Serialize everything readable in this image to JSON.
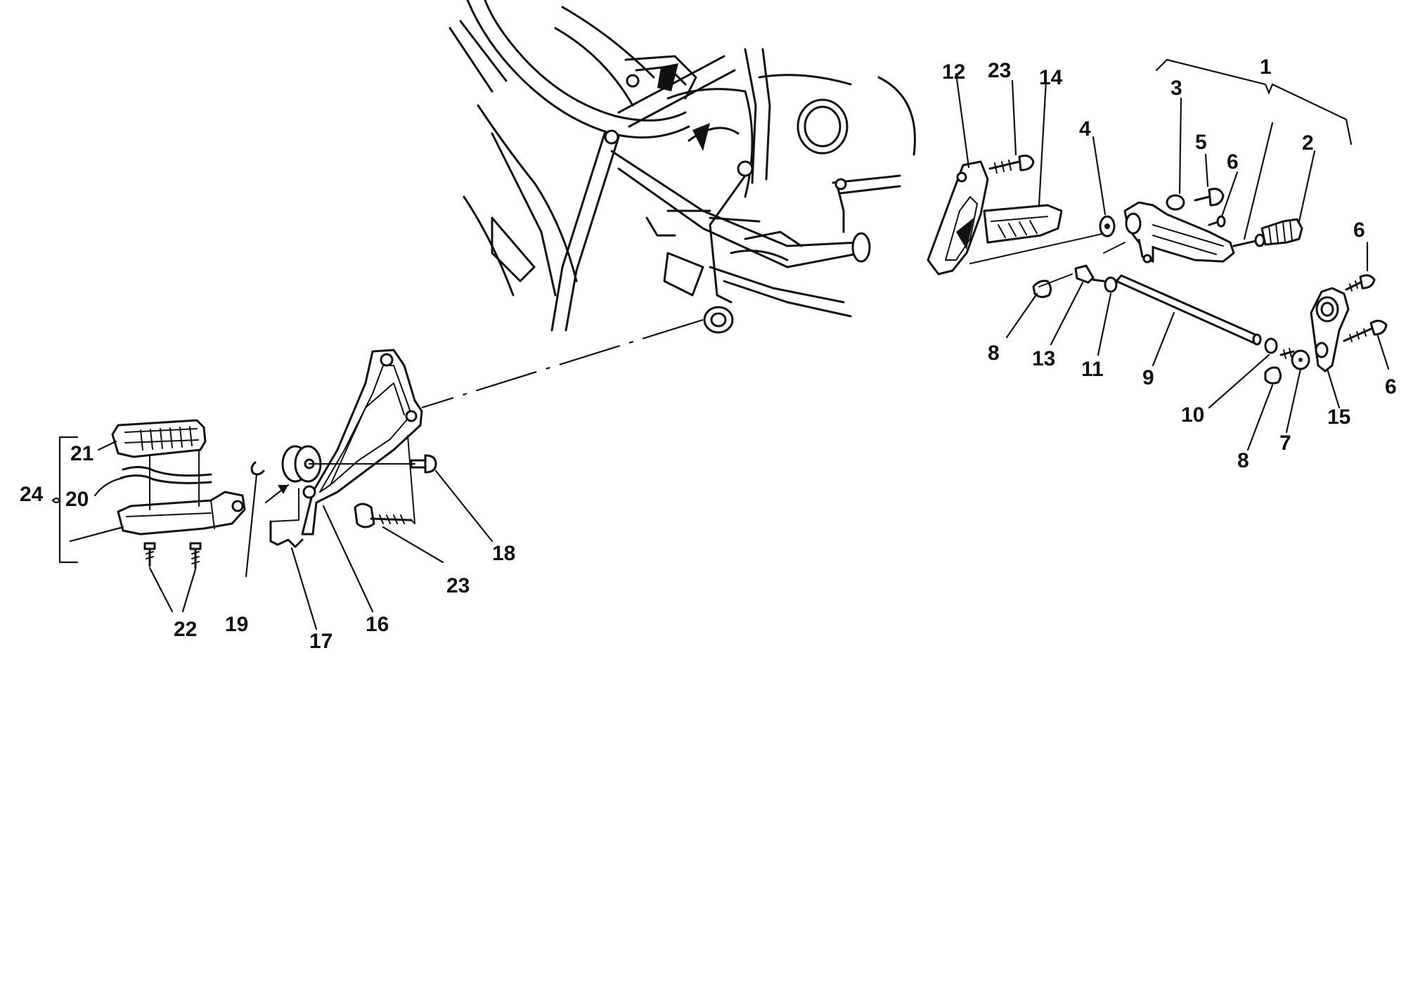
{
  "callouts": [
    {
      "id": "c1",
      "text": "1"
    },
    {
      "id": "c2",
      "text": "2"
    },
    {
      "id": "c3",
      "text": "3"
    },
    {
      "id": "c4",
      "text": "4"
    },
    {
      "id": "c5",
      "text": "5"
    },
    {
      "id": "c6a",
      "text": "6"
    },
    {
      "id": "c6b",
      "text": "6"
    },
    {
      "id": "c6c",
      "text": "6"
    },
    {
      "id": "c7",
      "text": "7"
    },
    {
      "id": "c8a",
      "text": "8"
    },
    {
      "id": "c8b",
      "text": "8"
    },
    {
      "id": "c9",
      "text": "9"
    },
    {
      "id": "c10",
      "text": "10"
    },
    {
      "id": "c11",
      "text": "11"
    },
    {
      "id": "c12",
      "text": "12"
    },
    {
      "id": "c13",
      "text": "13"
    },
    {
      "id": "c14",
      "text": "14"
    },
    {
      "id": "c15",
      "text": "15"
    },
    {
      "id": "c16",
      "text": "16"
    },
    {
      "id": "c17",
      "text": "17"
    },
    {
      "id": "c18",
      "text": "18"
    },
    {
      "id": "c19",
      "text": "19"
    },
    {
      "id": "c20",
      "text": "20"
    },
    {
      "id": "c21",
      "text": "21"
    },
    {
      "id": "c22",
      "text": "22"
    },
    {
      "id": "c23a",
      "text": "23"
    },
    {
      "id": "c23b",
      "text": "23"
    },
    {
      "id": "c24",
      "text": "24"
    }
  ],
  "colors": {
    "line": "#111111",
    "background": "#ffffff"
  }
}
